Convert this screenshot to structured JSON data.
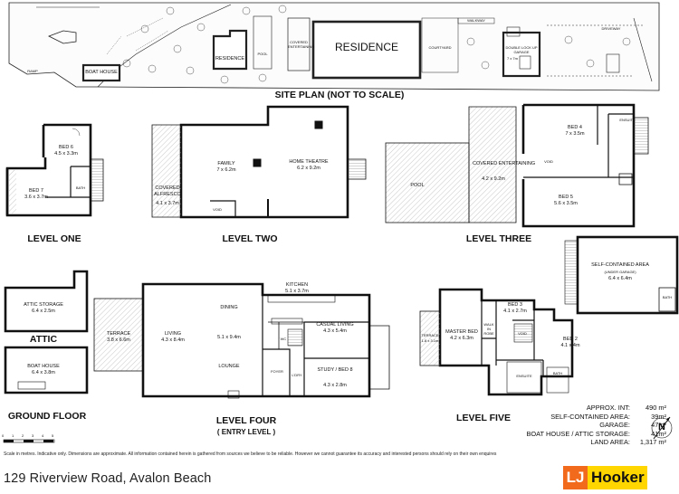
{
  "site_plan": {
    "title": "SITE PLAN (NOT TO SCALE)",
    "residence": "RESIDENCE",
    "residence_small": "RESIDENCE",
    "boat_house": "BOAT HOUSE",
    "pool": "POOL",
    "covered_entertaining": "COVERED ENTERTAINING",
    "courtyard": "COURTYARD",
    "garage": "DOUBLE LOCK UP GARAGE",
    "garage_dims": "7 x 7m",
    "driveway": "DRIVEWAY",
    "walkway": "WALKWAY",
    "ramp": "RAMP"
  },
  "levels": {
    "one": {
      "title": "LEVEL ONE",
      "rooms": {
        "bed6": "BED 6",
        "bed6_dims": "4.5 x 3.3m",
        "bed7": "BED 7",
        "bed7_dims": "3.6 x 3.7m",
        "bath": "BATH"
      }
    },
    "two": {
      "title": "LEVEL TWO",
      "rooms": {
        "family": "FAMILY",
        "family_dims": "7 x 6.2m",
        "theatre": "HOME THEATRE",
        "theatre_dims": "6.2 x 9.2m",
        "alfresco": "COVERED ALFRESCO",
        "alfresco_dims": "4.1 x 3.7m",
        "void": "VOID"
      }
    },
    "three": {
      "title": "LEVEL THREE",
      "rooms": {
        "pool": "POOL",
        "entertaining": "COVERED ENTERTAINING",
        "entertaining_dims": "4.2 x 9.2m",
        "bed4": "BED 4",
        "bed4_dims": "7 x 3.5m",
        "bed5": "BED 5",
        "bed5_dims": "5.6 x 3.5m",
        "ensuite": "ENSUITE",
        "void": "VOID"
      }
    },
    "attic": {
      "title": "ATTIC",
      "rooms": {
        "storage": "ATTIC STORAGE",
        "storage_dims": "6.4 x 2.5m"
      }
    },
    "ground": {
      "title": "GROUND FLOOR",
      "rooms": {
        "boathouse": "BOAT HOUSE",
        "boathouse_dims": "6.4 x 3.8m"
      }
    },
    "four": {
      "title": "LEVEL FOUR",
      "subtitle": "( ENTRY LEVEL )",
      "rooms": {
        "terrace": "TERRACE",
        "terrace_dims": "3.8 x 6.6m",
        "living": "LIVING",
        "living_dims": "4.3 x 8.4m",
        "dining": "DINING",
        "dining_dims": "5.1 x 9.4m",
        "lounge": "LOUNGE",
        "kitchen": "KITCHEN",
        "kitchen_dims": "5.1 x 3.7m",
        "casual": "CASUAL LIVING",
        "casual_dims": "4.3 x 5.4m",
        "study": "STUDY / BED 8",
        "study_dims": "4.3 x 2.8m",
        "foyer": "FOYER",
        "laundry": "L'DRY",
        "wc": "WC"
      }
    },
    "five": {
      "title": "LEVEL FIVE",
      "rooms": {
        "master": "MASTER BED",
        "master_dims": "4.2 x 6.3m",
        "robe": "WALK IN ROBE",
        "bed3": "BED 3",
        "bed3_dims": "4.1 x 2.7m",
        "bed2": "BED 2",
        "bed2_dims": "4.1 x 4m",
        "terrace": "TERRACE",
        "terrace_dims": "1.8 x 3.1m",
        "ensuite": "ENSUITE",
        "bath": "BATH",
        "void": "VOID"
      }
    },
    "self": {
      "title": "SELF-CONTAINED AREA",
      "subtitle": "(UNDER GARAGE)",
      "dims": "6.4 x 6.4m",
      "bath": "BATH"
    }
  },
  "areas": [
    {
      "label": "APPROX. INT:",
      "value": "490 m²"
    },
    {
      "label": "SELF-CONTAINED AREA:",
      "value": "39m²"
    },
    {
      "label": "GARAGE:",
      "value": "47m²"
    },
    {
      "label": "BOAT HOUSE / ATTIC STORAGE:",
      "value": "41m²"
    },
    {
      "label": "LAND AREA:",
      "value": "1,317 m²"
    }
  ],
  "scale": {
    "ticks": [
      "0",
      "1",
      "2",
      "3",
      "4",
      "5"
    ]
  },
  "disclaimer": "Scale in metres. Indicative only. Dimensions are approximate. All information contained herein is gathered from sources we believe to be reliable. However we cannot guarantee its accuracy and interested persons should rely on their own enquires",
  "address": "129 Riverview Road, Avalon Beach",
  "brand": {
    "mark": "LJ",
    "name": "Hooker",
    "orange": "#f26b1d",
    "yellow": "#ffd600"
  },
  "compass_letter": "N"
}
